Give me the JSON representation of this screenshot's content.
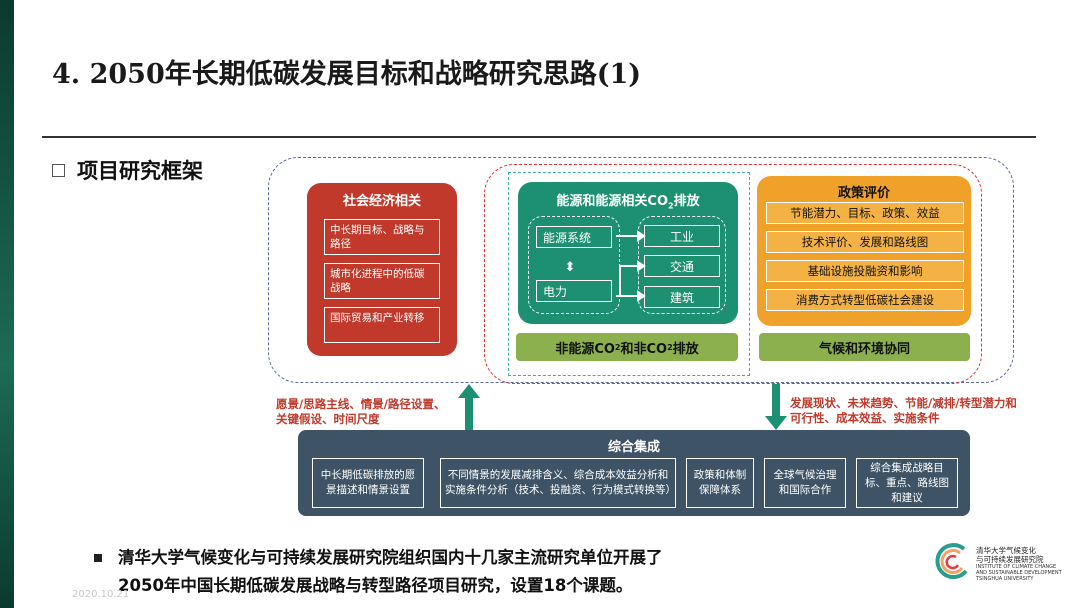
{
  "title": "4. 2050年长期低碳发展目标和战略研究思路(1)",
  "section_label": "项目研究框架",
  "social": {
    "title": "社会经济相关",
    "items": [
      "中长期目标、战略与路径",
      "城市化进程中的低碳战略",
      "国际贸易和产业转移"
    ]
  },
  "energy": {
    "title_prefix": "能源和能源相关CO",
    "title_sub": "2",
    "title_suffix": "排放",
    "left_top": "能源系统",
    "left_bottom": "电力",
    "sectors": [
      "工业",
      "交通",
      "建筑"
    ]
  },
  "policy": {
    "title": "政策评价",
    "items": [
      "节能潜力、目标、政策、效益",
      "技术评价、发展和路线图",
      "基础设施投融资和影响",
      "消费方式转型低碳社会建设"
    ]
  },
  "non_energy": {
    "p1": "非能源CO",
    "s1": "2",
    "p2": "和非CO",
    "s2": "2",
    "p3": "排放"
  },
  "climate_bar": "气候和环境协同",
  "note_left": "愿景/思路主线、情景/路径设置、关键假设、时间尺度",
  "note_right": "发展现状、未来趋势、节能/减排/转型潜力和可行性、成本效益、实施条件",
  "integration": {
    "title": "综合集成",
    "items": [
      "中长期低碳排放的愿景描述和情景设置",
      "不同情景的发展减排含义、综合成本效益分析和实施条件分析（技术、投融资、行为模式转换等）",
      "政策和体制保障体系",
      "全球气候治理和国际合作",
      "综合集成战略目标、重点、路线图和建议"
    ]
  },
  "bullet_lines": [
    "清华大学气候变化与可持续发展研究院组织国内十几家主流研究单位开展了",
    "2050年中国长期低碳发展战略与转型路径项目研究，设置18个课题。"
  ],
  "footer_date": "2020.10.21",
  "logo": {
    "name_line1": "清华大学气候变化",
    "name_line2": "与可持续发展研究院",
    "en_line1": "INSTITUTE OF CLIMATE CHANGE",
    "en_line2": "AND SUSTAINABLE DEVELOPMENT",
    "en_line3": "TSINGHUA UNIVERSITY"
  },
  "colors": {
    "social_red": "#c0392b",
    "energy_green": "#1c9070",
    "policy_orange": "#f0a12a",
    "olive_bar": "#8db04f",
    "integration_slate": "#3e5466",
    "arrow_green": "#1c9070"
  }
}
